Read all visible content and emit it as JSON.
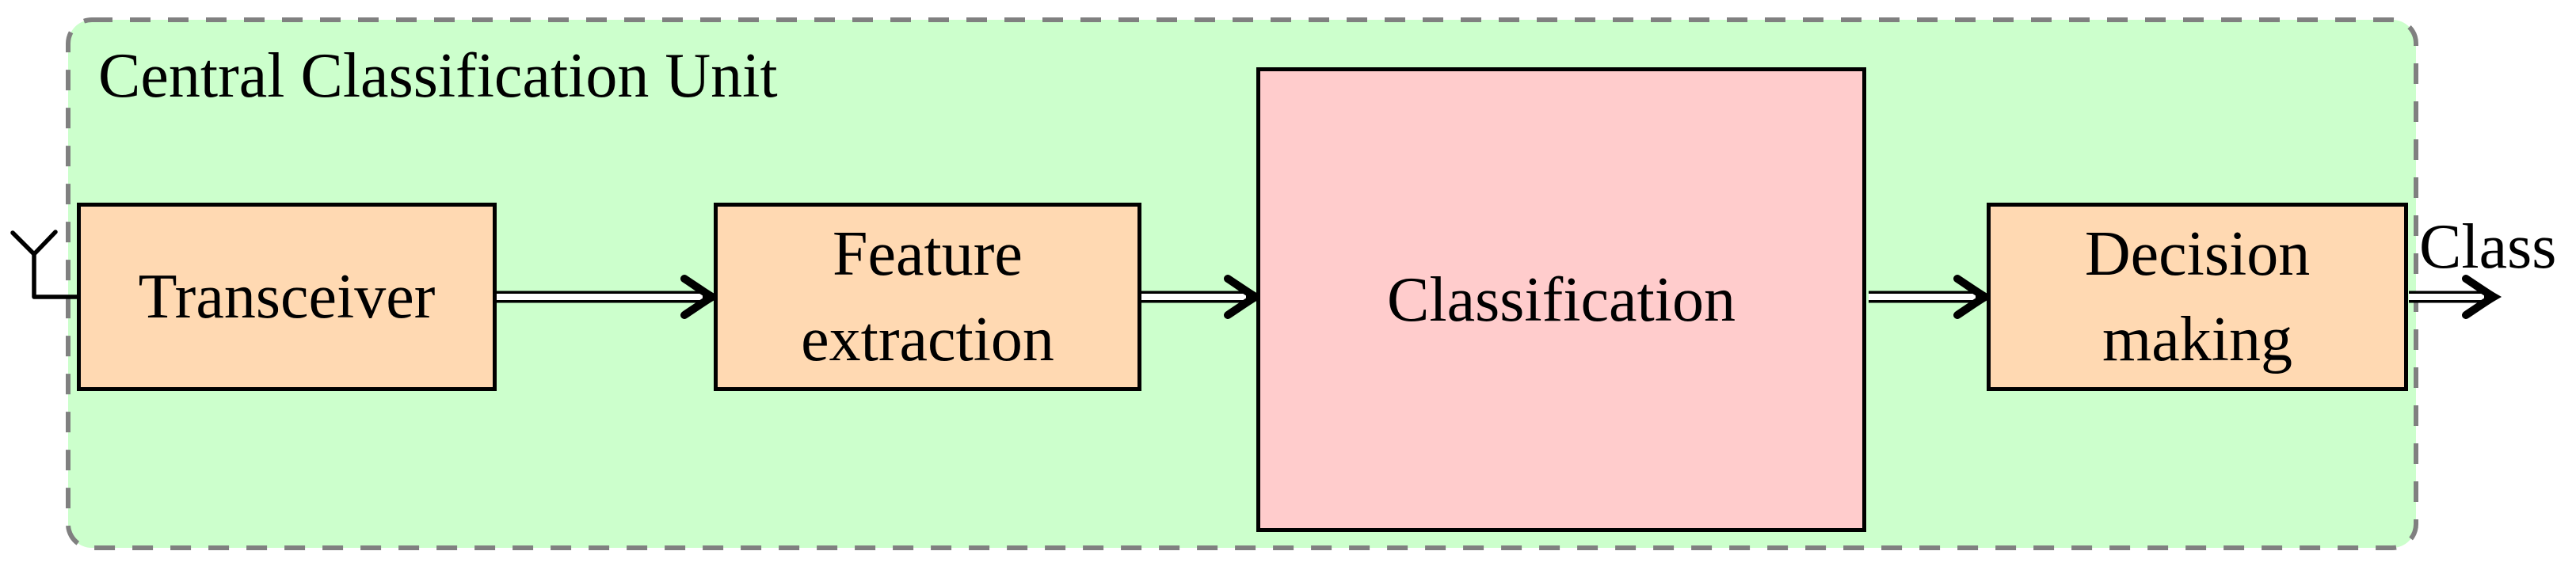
{
  "figure": {
    "title": "Central Classification Unit",
    "blocks": [
      {
        "id": "transceiver",
        "label_lines": [
          "Transceiver"
        ]
      },
      {
        "id": "feature-extraction",
        "label_lines": [
          "Feature",
          "extraction"
        ]
      },
      {
        "id": "classification",
        "label_lines": [
          "Classification"
        ]
      },
      {
        "id": "decision-making",
        "label_lines": [
          "Decision",
          "making"
        ]
      }
    ],
    "output_label": "Class",
    "input_icon": "antenna-icon",
    "connections": [
      {
        "from": "antenna",
        "to": "transceiver"
      },
      {
        "from": "transceiver",
        "to": "feature-extraction"
      },
      {
        "from": "feature-extraction",
        "to": "classification"
      },
      {
        "from": "classification",
        "to": "decision-making"
      },
      {
        "from": "decision-making",
        "to": "Class output"
      }
    ],
    "colors": {
      "unit_bg": "#ccffcc",
      "unit_border": "#808080",
      "block_bg": "#ffd9b2",
      "classification_bg": "#ffcccc",
      "line": "#000000",
      "arrow_core": "#ffffff"
    }
  }
}
